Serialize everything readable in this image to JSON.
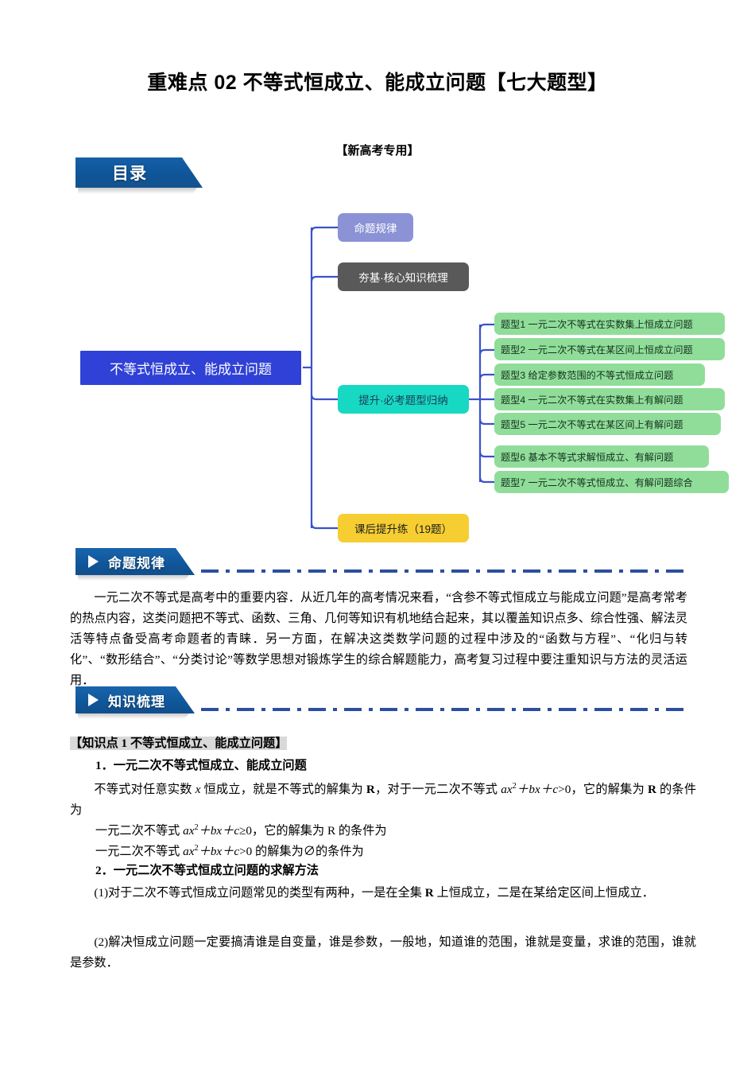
{
  "document": {
    "title": "重难点 02 不等式恒成立、能成立问题【七大题型】",
    "subtitle": "【新高考专用】"
  },
  "toc_banner": {
    "label": "目录"
  },
  "mindmap": {
    "root": "不等式恒成立、能成立问题",
    "branches": [
      {
        "label": "命题规律",
        "color": "#8b92d6"
      },
      {
        "label": "夯基·核心知识梳理",
        "color": "#595959"
      },
      {
        "label": "提升·必考题型归纳",
        "color": "#17d8c2"
      },
      {
        "label": "课后提升练（19题）",
        "color": "#f6ce32"
      }
    ],
    "topics": [
      "题型1 一元二次不等式在实数集上恒成立问题",
      "题型2 一元二次不等式在某区间上恒成立问题",
      "题型3 给定参数范围的不等式恒成立问题",
      "题型4 一元二次不等式在实数集上有解问题",
      "题型5 一元二次不等式在某区间上有解问题",
      "题型6 基本不等式求解恒成立、有解问题",
      "题型7 一元二次不等式恒成立、有解问题综合"
    ],
    "topic_color": "#90dd9a",
    "link_color": "#3a52c9"
  },
  "sections": [
    {
      "id": "mingti",
      "label": "命题规律"
    },
    {
      "id": "zhishi",
      "label": "知识梳理"
    }
  ],
  "mingti_body": {
    "paragraph": "一元二次不等式是高考中的重要内容．从近几年的高考情况来看，“含参不等式恒成立与能成立问题”是高考常考的热点内容，这类问题把不等式、函数、三角、几何等知识有机地结合起来，其以覆盖知识点多、综合性强、解法灵活等特点备受高考命题者的青睐．另一方面，在解决这类数学问题的过程中涉及的“函数与方程”、“化归与转化”、“数形结合”、“分类讨论”等数学思想对锻炼学生的综合解题能力，高考复习过程中要注重知识与方法的灵活运用．"
  },
  "zhishi_body": {
    "kp_bracket_open": "【知识点 1",
    "kp_highlight": "不等式恒成立、能成立问题】",
    "item1_num": "1．",
    "item1_title": "一元二次不等式恒成立、能成立问题",
    "line1_a": "不等式对任意实数 ",
    "line1_x": "x",
    "line1_b": " 恒成立，就是不等式的解集为 ",
    "line1_R": "R",
    "line1_c": "，对于一元二次不等式 ",
    "line1_expr_a": "ax",
    "line1_expr_sup": "2",
    "line1_expr_b": "＋bx＋c",
    "line1_expr_c": ">0",
    "line1_d": "，它的解集为 ",
    "line1_R2": "R",
    "line1_e": " 的条件为",
    "line2_a": "一元二次不等式 ",
    "line2_expr_a": "ax",
    "line2_expr_sup": "2",
    "line2_expr_b": "＋bx＋c",
    "line2_expr_c": "≥0",
    "line2_b": "，它的解集为 R 的条件为",
    "line3_a": "一元二次不等式 ",
    "line3_expr_a": "ax",
    "line3_expr_sup": "2",
    "line3_expr_b": "＋bx＋c",
    "line3_expr_c": ">0",
    "line3_b": " 的解集为∅的条件为",
    "item2_num": "2．",
    "item2_title": "一元二次不等式恒成立问题的求解方法",
    "p1_a": "(1)对于二次不等式恒成立问题常见的类型有两种，一是在全集 ",
    "p1_R": "R",
    "p1_b": " 上恒成立，二是在某给定区间上恒成立．",
    "p2": "(2)解决恒成立问题一定要搞清谁是自变量，谁是参数，一般地，知道谁的范围，谁就是变量，求谁的范围，谁就是参数．"
  }
}
